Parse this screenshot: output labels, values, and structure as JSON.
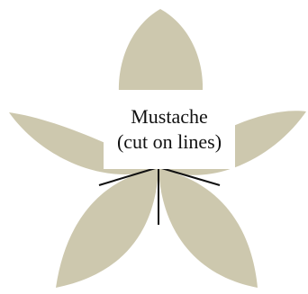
{
  "label": {
    "title": "Mustache",
    "instruction": "(cut on lines)"
  },
  "colors": {
    "petal": "#cdc8ae",
    "line": "#111111",
    "background": "#ffffff"
  },
  "icons": {
    "shape": "five-petal-flower"
  }
}
